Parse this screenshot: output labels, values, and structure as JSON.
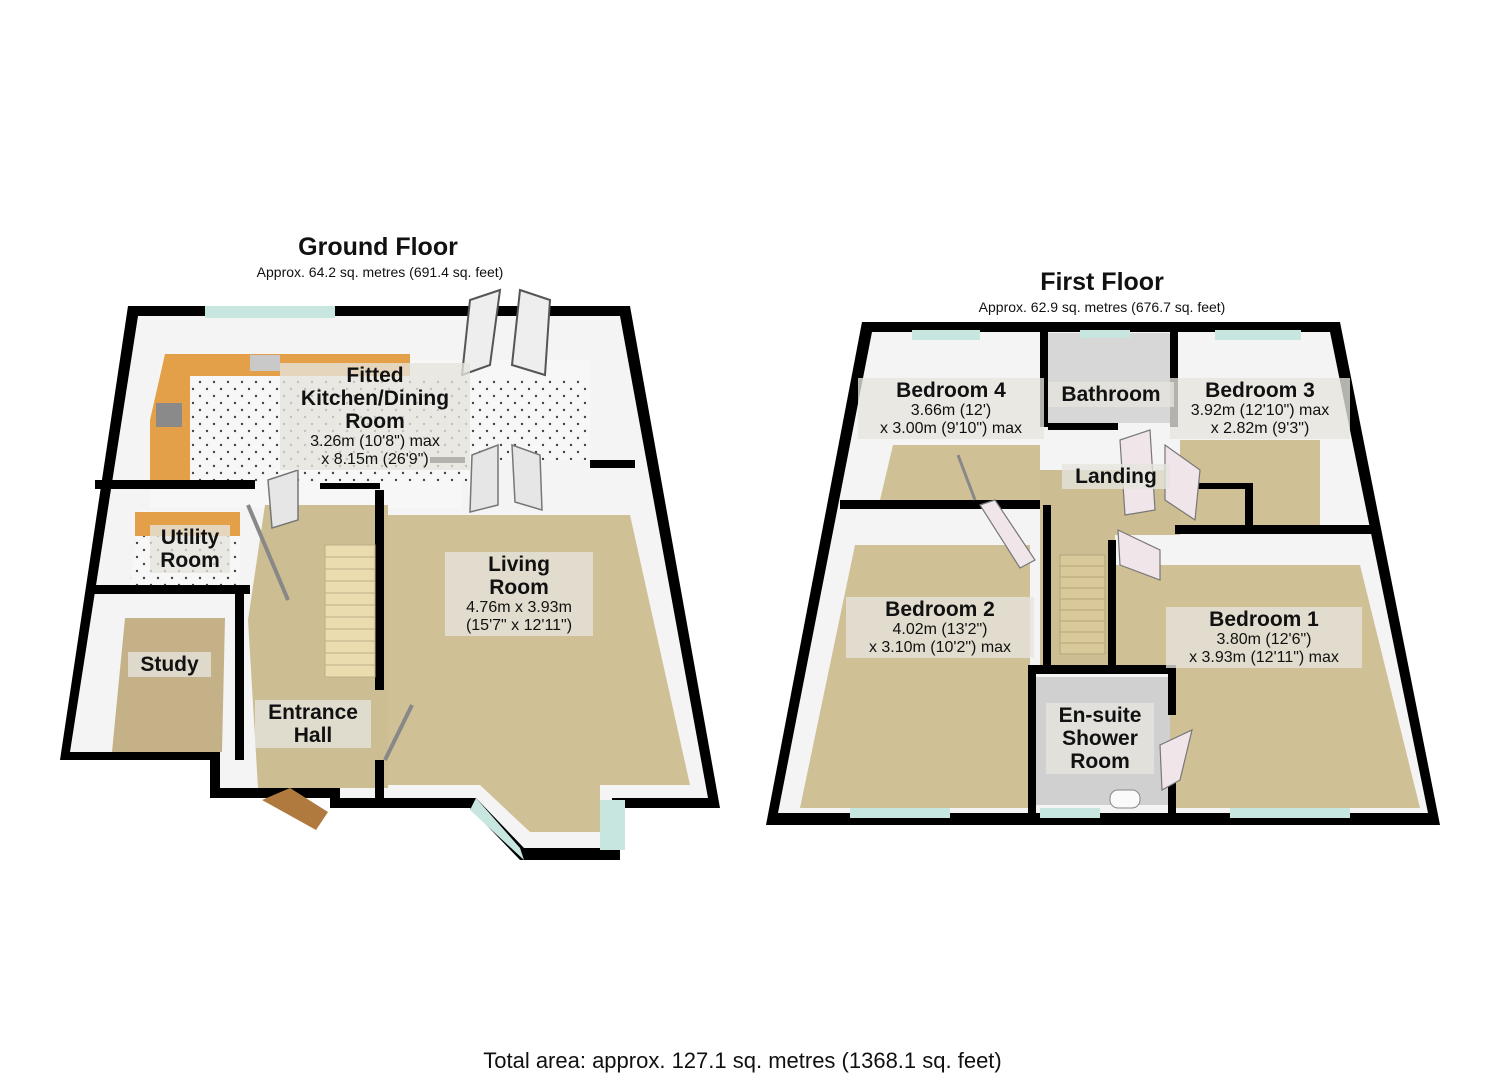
{
  "ground_floor": {
    "title": "Ground Floor",
    "area": "Approx. 64.2 sq. metres (691.4 sq. feet)",
    "rooms": [
      {
        "name_lines": [
          "Fitted",
          "Kitchen/Dining",
          "Room"
        ],
        "dim_lines": [
          "3.26m (10'8\") max",
          "x 8.15m (26'9\")"
        ]
      },
      {
        "name_lines": [
          "Living",
          "Room"
        ],
        "dim_lines": [
          "4.76m x 3.93m",
          "(15'7\" x 12'11\")"
        ]
      },
      {
        "name_lines": [
          "Utility",
          "Room"
        ],
        "dim_lines": []
      },
      {
        "name_lines": [
          "Study"
        ],
        "dim_lines": []
      },
      {
        "name_lines": [
          "Entrance",
          "Hall"
        ],
        "dim_lines": []
      }
    ]
  },
  "first_floor": {
    "title": "First Floor",
    "area": "Approx. 62.9 sq. metres (676.7 sq. feet)",
    "rooms": [
      {
        "name_lines": [
          "Bedroom 4"
        ],
        "dim_lines": [
          "3.66m (12')",
          "x 3.00m (9'10\") max"
        ]
      },
      {
        "name_lines": [
          "Bathroom"
        ],
        "dim_lines": []
      },
      {
        "name_lines": [
          "Bedroom 3"
        ],
        "dim_lines": [
          "3.92m (12'10\") max",
          "x 2.82m (9'3\")"
        ]
      },
      {
        "name_lines": [
          "Landing"
        ],
        "dim_lines": []
      },
      {
        "name_lines": [
          "Bedroom 2"
        ],
        "dim_lines": [
          "4.02m (13'2\")",
          "x 3.10m (10'2\") max"
        ]
      },
      {
        "name_lines": [
          "Bedroom 1"
        ],
        "dim_lines": [
          "3.80m (12'6\")",
          "x 3.93m (12'11\") max"
        ]
      },
      {
        "name_lines": [
          "En-suite",
          "Shower",
          "Room"
        ],
        "dim_lines": []
      }
    ]
  },
  "footer": {
    "total_area": "Total area: approx. 127.1 sq. metres (1368.1 sq. feet)"
  },
  "colors": {
    "wall": "#000000",
    "wall_inner": "#f2f2f2",
    "carpet": "#cfc096",
    "kitchen_floor": "#f4f4f4",
    "worktop": "#e3a049",
    "glass": "#c7e6e0"
  }
}
